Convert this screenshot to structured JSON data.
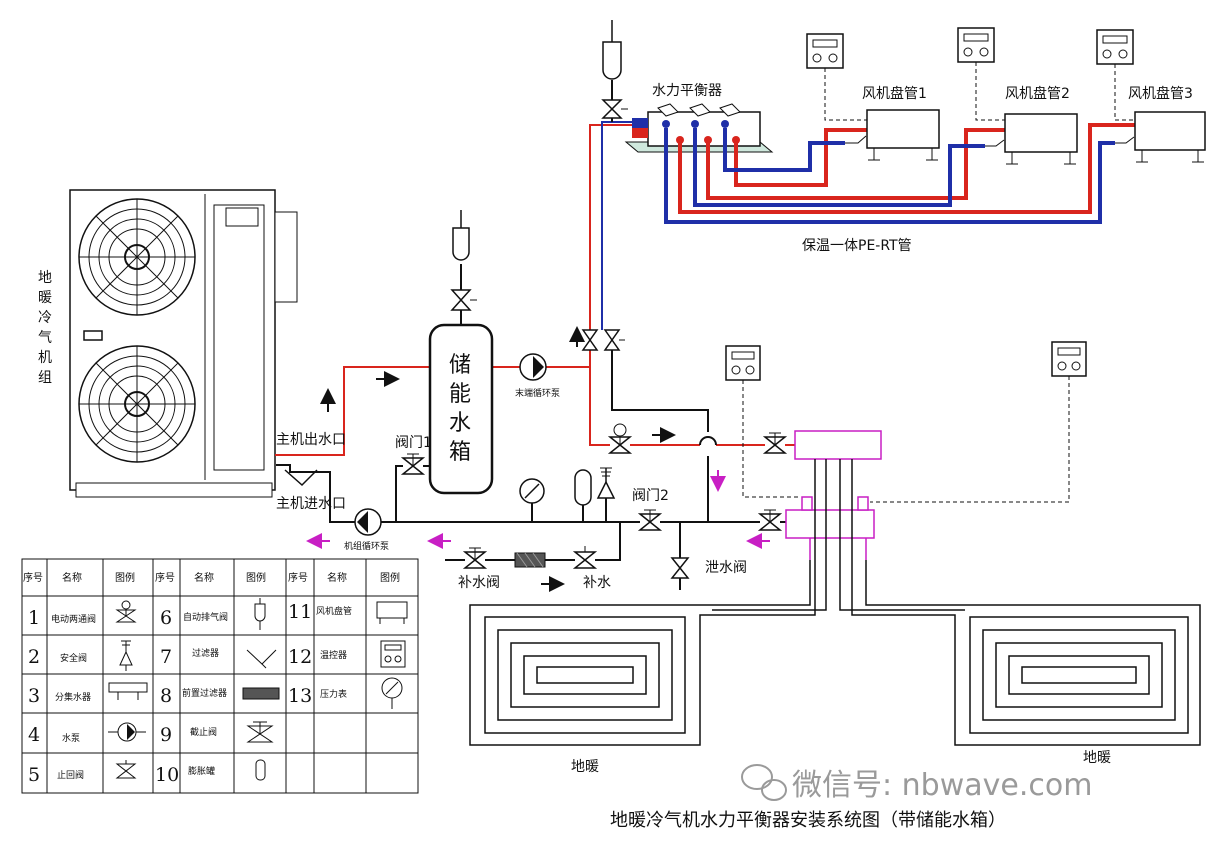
{
  "unit": {
    "label_chars": [
      "地",
      "暖",
      "冷",
      "气",
      "机",
      "组"
    ]
  },
  "tank": {
    "label_chars": [
      "储",
      "能",
      "水",
      "箱"
    ]
  },
  "labels": {
    "host_out": "主机出水口",
    "host_in": "主机进水口",
    "unit_pump": "机组循环泵",
    "end_pump": "末端循环泵",
    "valve1": "阀门1",
    "valve2": "阀门2",
    "makeup_valve": "补水阀",
    "makeup": "补水",
    "drain_valve": "泄水阀",
    "balancer": "水力平衡器",
    "fcu1": "风机盘管1",
    "fcu2": "风机盘管2",
    "fcu3": "风机盘管3",
    "pipe": "保温一体PE-RT管",
    "floor_left": "地暖",
    "floor_right": "地暖"
  },
  "legend": {
    "headers": [
      "序号",
      "名称",
      "图例",
      "序号",
      "名称",
      "图例",
      "序号",
      "名称",
      "图例"
    ],
    "items": [
      {
        "no": "1",
        "name": "电动两通阀"
      },
      {
        "no": "2",
        "name": "安全阀"
      },
      {
        "no": "3",
        "name": "分集水器"
      },
      {
        "no": "4",
        "name": "水泵"
      },
      {
        "no": "5",
        "name": "止回阀"
      },
      {
        "no": "6",
        "name": "自动排气阀"
      },
      {
        "no": "7",
        "name": "过滤器"
      },
      {
        "no": "8",
        "name": "前置过滤器"
      },
      {
        "no": "9",
        "name": "截止阀"
      },
      {
        "no": "10",
        "name": "膨胀罐"
      },
      {
        "no": "11",
        "name": "风机盘管"
      },
      {
        "no": "12",
        "name": "温控器"
      },
      {
        "no": "13",
        "name": "压力表"
      }
    ]
  },
  "title": "地暖冷气机水力平衡器安装系统图（带储能水箱）",
  "watermark": "微信号: nbwave.com",
  "colors": {
    "hot": "#d9251d",
    "cold": "#1f2fa8",
    "flow": "#c81fc4",
    "pipe": "#111111"
  }
}
